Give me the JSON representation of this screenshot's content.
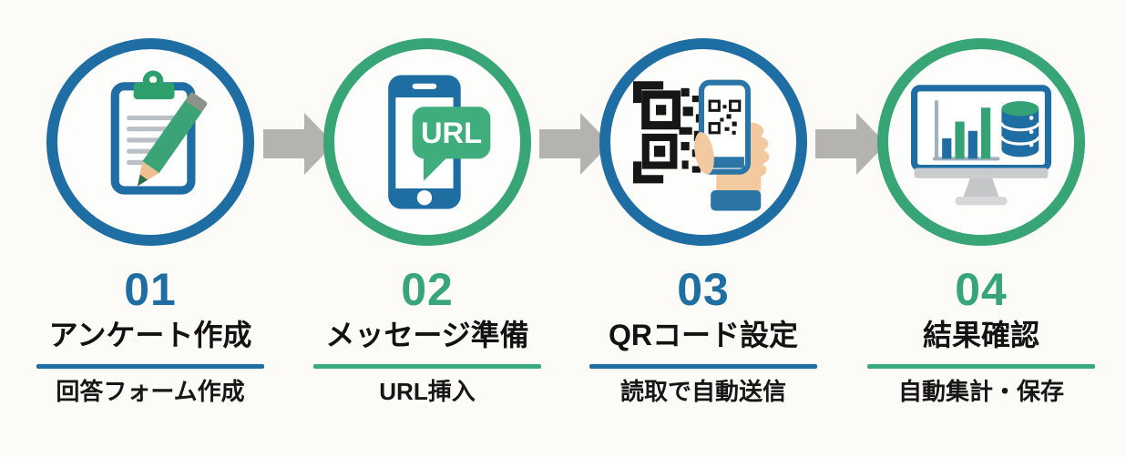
{
  "colors": {
    "blue": "#1e6da3",
    "green": "#36a578",
    "arrow_gray": "#b5b3b0",
    "title_text": "#121212",
    "background": "#fcfbf7"
  },
  "steps": [
    {
      "number": "01",
      "title": "アンケート作成",
      "subtitle": "回答フォーム作成",
      "accent": "blue",
      "icon": "clipboard-pencil-icon"
    },
    {
      "number": "02",
      "title": "メッセージ準備",
      "subtitle": "URL挿入",
      "accent": "green",
      "icon": "phone-url-icon",
      "bubble_label": "URL"
    },
    {
      "number": "03",
      "title": "QRコード設定",
      "subtitle": "読取で自動送信",
      "accent": "blue",
      "icon": "qr-scan-icon"
    },
    {
      "number": "04",
      "title": "結果確認",
      "subtitle": "自動集計・保存",
      "accent": "green",
      "icon": "monitor-database-icon"
    }
  ]
}
